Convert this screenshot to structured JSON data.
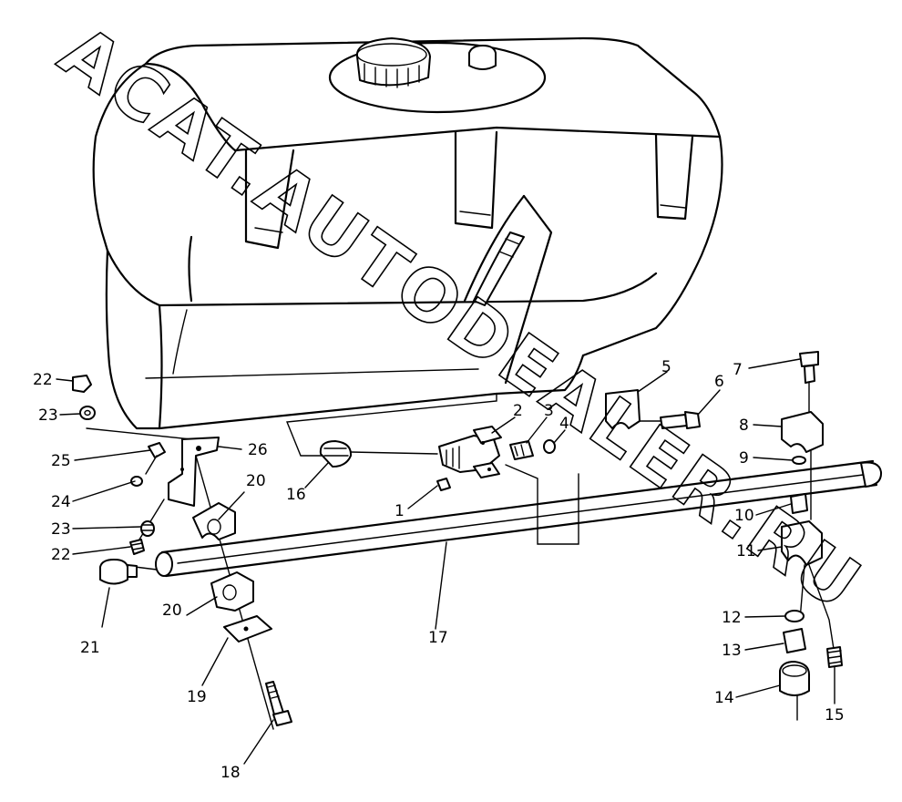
{
  "watermark": "ACAT.AUTODEALER.RU",
  "callouts": [
    {
      "id": "c1",
      "text": "1"
    },
    {
      "id": "c2",
      "text": "2"
    },
    {
      "id": "c3",
      "text": "3"
    },
    {
      "id": "c4",
      "text": "4"
    },
    {
      "id": "c5",
      "text": "5"
    },
    {
      "id": "c6",
      "text": "6"
    },
    {
      "id": "c7",
      "text": "7"
    },
    {
      "id": "c8",
      "text": "8"
    },
    {
      "id": "c9",
      "text": "9"
    },
    {
      "id": "c10",
      "text": "10"
    },
    {
      "id": "c11",
      "text": "11"
    },
    {
      "id": "c12",
      "text": "12"
    },
    {
      "id": "c13",
      "text": "13"
    },
    {
      "id": "c14",
      "text": "14"
    },
    {
      "id": "c15",
      "text": "15"
    },
    {
      "id": "c16",
      "text": "16"
    },
    {
      "id": "c17",
      "text": "17"
    },
    {
      "id": "c18",
      "text": "18"
    },
    {
      "id": "c19",
      "text": "19"
    },
    {
      "id": "c20a",
      "text": "20"
    },
    {
      "id": "c20b",
      "text": "20"
    },
    {
      "id": "c21",
      "text": "21"
    },
    {
      "id": "c22a",
      "text": "22"
    },
    {
      "id": "c22b",
      "text": "22"
    },
    {
      "id": "c23a",
      "text": "23"
    },
    {
      "id": "c23b",
      "text": "23"
    },
    {
      "id": "c24",
      "text": "24"
    },
    {
      "id": "c25",
      "text": "25"
    },
    {
      "id": "c26",
      "text": "26"
    }
  ]
}
